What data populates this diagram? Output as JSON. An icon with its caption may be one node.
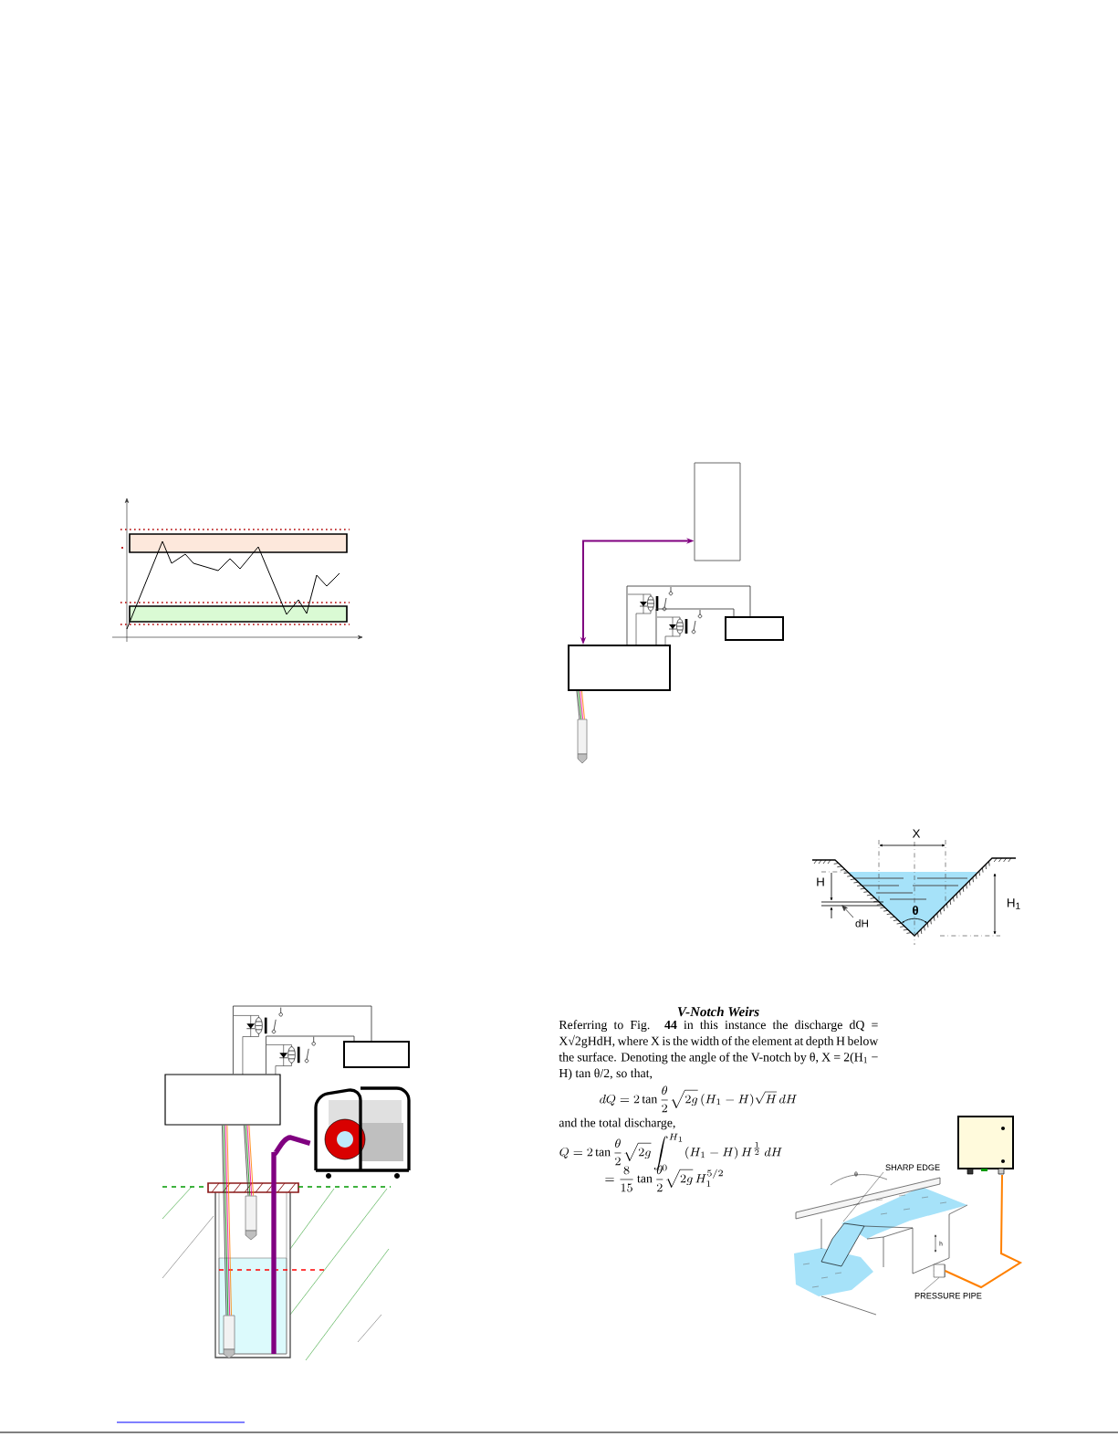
{
  "diagram": {
    "nodes": [
      {
        "text": [],
        "shape": "box"
      },
      {
        "text": [],
        "shape": "box"
      },
      {
        "text": [],
        "shape": "box"
      },
      {
        "text": [],
        "shape": "box"
      },
      {
        "text": [
          "dH"
        ]
      },
      {
        "text": [],
        "shape": "box"
      },
      {
        "text": [],
        "shape": "box"
      },
      {
        "text": [],
        "shape": "picture"
      },
      {
        "text": [],
        "shape": "box"
      },
      {
        "text": [],
        "shape": "box"
      },
      {
        "text": [],
        "shape": "box"
      },
      {
        "text": [
          "SHARP EDGE"
        ]
      },
      {
        "text": [],
        "shape": "cylinder"
      },
      {
        "text": [
          "PRESSURE PIPE"
        ]
      }
    ],
    "edges": [
      {
        "from": 1,
        "to": 0,
        "arrow": "both",
        "color": "#800080"
      },
      {
        "from": 1,
        "to": 2,
        "arrow": "none"
      },
      {
        "from": 1,
        "to": 2,
        "arrow": "none"
      },
      {
        "from": 1,
        "to": 3,
        "arrow": "none"
      },
      {
        "from": 4,
        "to": null,
        "arrow": "to"
      },
      {
        "from": 5,
        "to": 6,
        "arrow": "none"
      },
      {
        "from": 5,
        "to": 6,
        "arrow": "none"
      },
      {
        "from": 5,
        "to": 8,
        "arrow": "none"
      },
      {
        "from": 5,
        "to": 9,
        "arrow": "none"
      },
      {
        "from": null,
        "to": 7,
        "arrow": "none",
        "style": "thick",
        "color": "#800080"
      },
      {
        "from": 10,
        "to": 12,
        "arrow": "none",
        "color": "#ff8000"
      },
      {
        "from": 11,
        "to": null,
        "arrow": "none"
      },
      {
        "from": 13,
        "to": 12,
        "arrow": "none"
      }
    ],
    "labels": [
      "X",
      "H",
      "H$_{1}$",
      "θ",
      "V-Notch Weirs",
      "Referring to Fig. **44** in this instance the discharge dQ = X√2gHdH, where X is the width of the element at depth H below the surface. Denoting the angle of the V-notch by θ, X = 2(H$_{1}$ − H) tan θ/2, so that,",
      "dQ = 2\\tan\\frac{\\theta}{2}\\sqrt{2g}\\,(H_1 - H)\\sqrt{H}\\,dH",
      "and the total discharge,",
      "Q = 2\\tan\\frac{\\theta}{2}\\sqrt{2g}\\int_0^{H_1}(H_1 - H)\\,H^{\\frac{1}{2}}\\,dH",
      "= \\frac{8}{15}\\tan\\frac{\\theta}{2}\\sqrt{2g}\\,H_1^{5/2}",
      "θ",
      "h"
    ]
  }
}
